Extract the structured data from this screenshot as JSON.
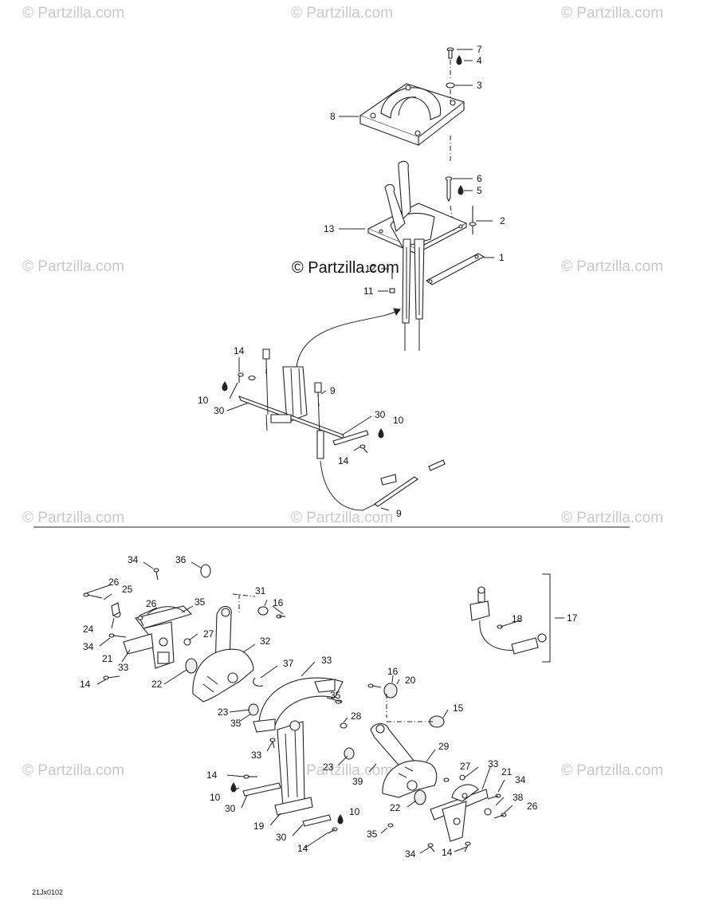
{
  "watermark": {
    "text": "© Partzilla.com",
    "center_text": "© Partzilla.com"
  },
  "diagram_code": "21Jx0102",
  "callouts": {
    "top": [
      {
        "id": "c7",
        "text": "7"
      },
      {
        "id": "c4",
        "text": "4"
      },
      {
        "id": "c3",
        "text": "3"
      },
      {
        "id": "c8",
        "text": "8"
      },
      {
        "id": "c6",
        "text": "6"
      },
      {
        "id": "c5",
        "text": "5"
      },
      {
        "id": "c2",
        "text": "2"
      },
      {
        "id": "c13",
        "text": "13"
      },
      {
        "id": "c1",
        "text": "1"
      },
      {
        "id": "c12",
        "text": "12"
      },
      {
        "id": "c11",
        "text": "11"
      },
      {
        "id": "c14a",
        "text": "14"
      },
      {
        "id": "c10a",
        "text": "10"
      },
      {
        "id": "c30a",
        "text": "30"
      },
      {
        "id": "c9a",
        "text": "9"
      },
      {
        "id": "c30b",
        "text": "30"
      },
      {
        "id": "c10b",
        "text": "10"
      },
      {
        "id": "c14b",
        "text": "14"
      },
      {
        "id": "c9b",
        "text": "9"
      }
    ],
    "bottom": [
      {
        "id": "d34a",
        "text": "34"
      },
      {
        "id": "d36",
        "text": "36"
      },
      {
        "id": "d26a",
        "text": "26"
      },
      {
        "id": "d25",
        "text": "25"
      },
      {
        "id": "d26b",
        "text": "26"
      },
      {
        "id": "d35a",
        "text": "35"
      },
      {
        "id": "d31",
        "text": "31"
      },
      {
        "id": "d16a",
        "text": "16"
      },
      {
        "id": "d24",
        "text": "24"
      },
      {
        "id": "d27a",
        "text": "27"
      },
      {
        "id": "d34b",
        "text": "34"
      },
      {
        "id": "d32",
        "text": "32"
      },
      {
        "id": "d21a",
        "text": "21"
      },
      {
        "id": "d33a",
        "text": "33"
      },
      {
        "id": "d37",
        "text": "37"
      },
      {
        "id": "d33b",
        "text": "33"
      },
      {
        "id": "d14a",
        "text": "14"
      },
      {
        "id": "d22a",
        "text": "22"
      },
      {
        "id": "d16b",
        "text": "16"
      },
      {
        "id": "d20",
        "text": "20"
      },
      {
        "id": "d35b",
        "text": "35"
      },
      {
        "id": "d15",
        "text": "15"
      },
      {
        "id": "d23a",
        "text": "23"
      },
      {
        "id": "d35c",
        "text": "35"
      },
      {
        "id": "d28",
        "text": "28"
      },
      {
        "id": "d29",
        "text": "29"
      },
      {
        "id": "d33c",
        "text": "33"
      },
      {
        "id": "d23b",
        "text": "23"
      },
      {
        "id": "d27b",
        "text": "27"
      },
      {
        "id": "d33d",
        "text": "33"
      },
      {
        "id": "d21b",
        "text": "21"
      },
      {
        "id": "d14b",
        "text": "14"
      },
      {
        "id": "d39",
        "text": "39"
      },
      {
        "id": "d34c",
        "text": "34"
      },
      {
        "id": "d10a",
        "text": "10"
      },
      {
        "id": "d22b",
        "text": "22"
      },
      {
        "id": "d38",
        "text": "38"
      },
      {
        "id": "d30a",
        "text": "30"
      },
      {
        "id": "d26c",
        "text": "26"
      },
      {
        "id": "d19",
        "text": "19"
      },
      {
        "id": "d10b",
        "text": "10"
      },
      {
        "id": "d30b",
        "text": "30"
      },
      {
        "id": "d35d",
        "text": "35"
      },
      {
        "id": "d14c",
        "text": "14"
      },
      {
        "id": "d34d",
        "text": "34"
      },
      {
        "id": "d14d",
        "text": "14"
      },
      {
        "id": "d18",
        "text": "18"
      },
      {
        "id": "d17",
        "text": "17"
      }
    ]
  }
}
